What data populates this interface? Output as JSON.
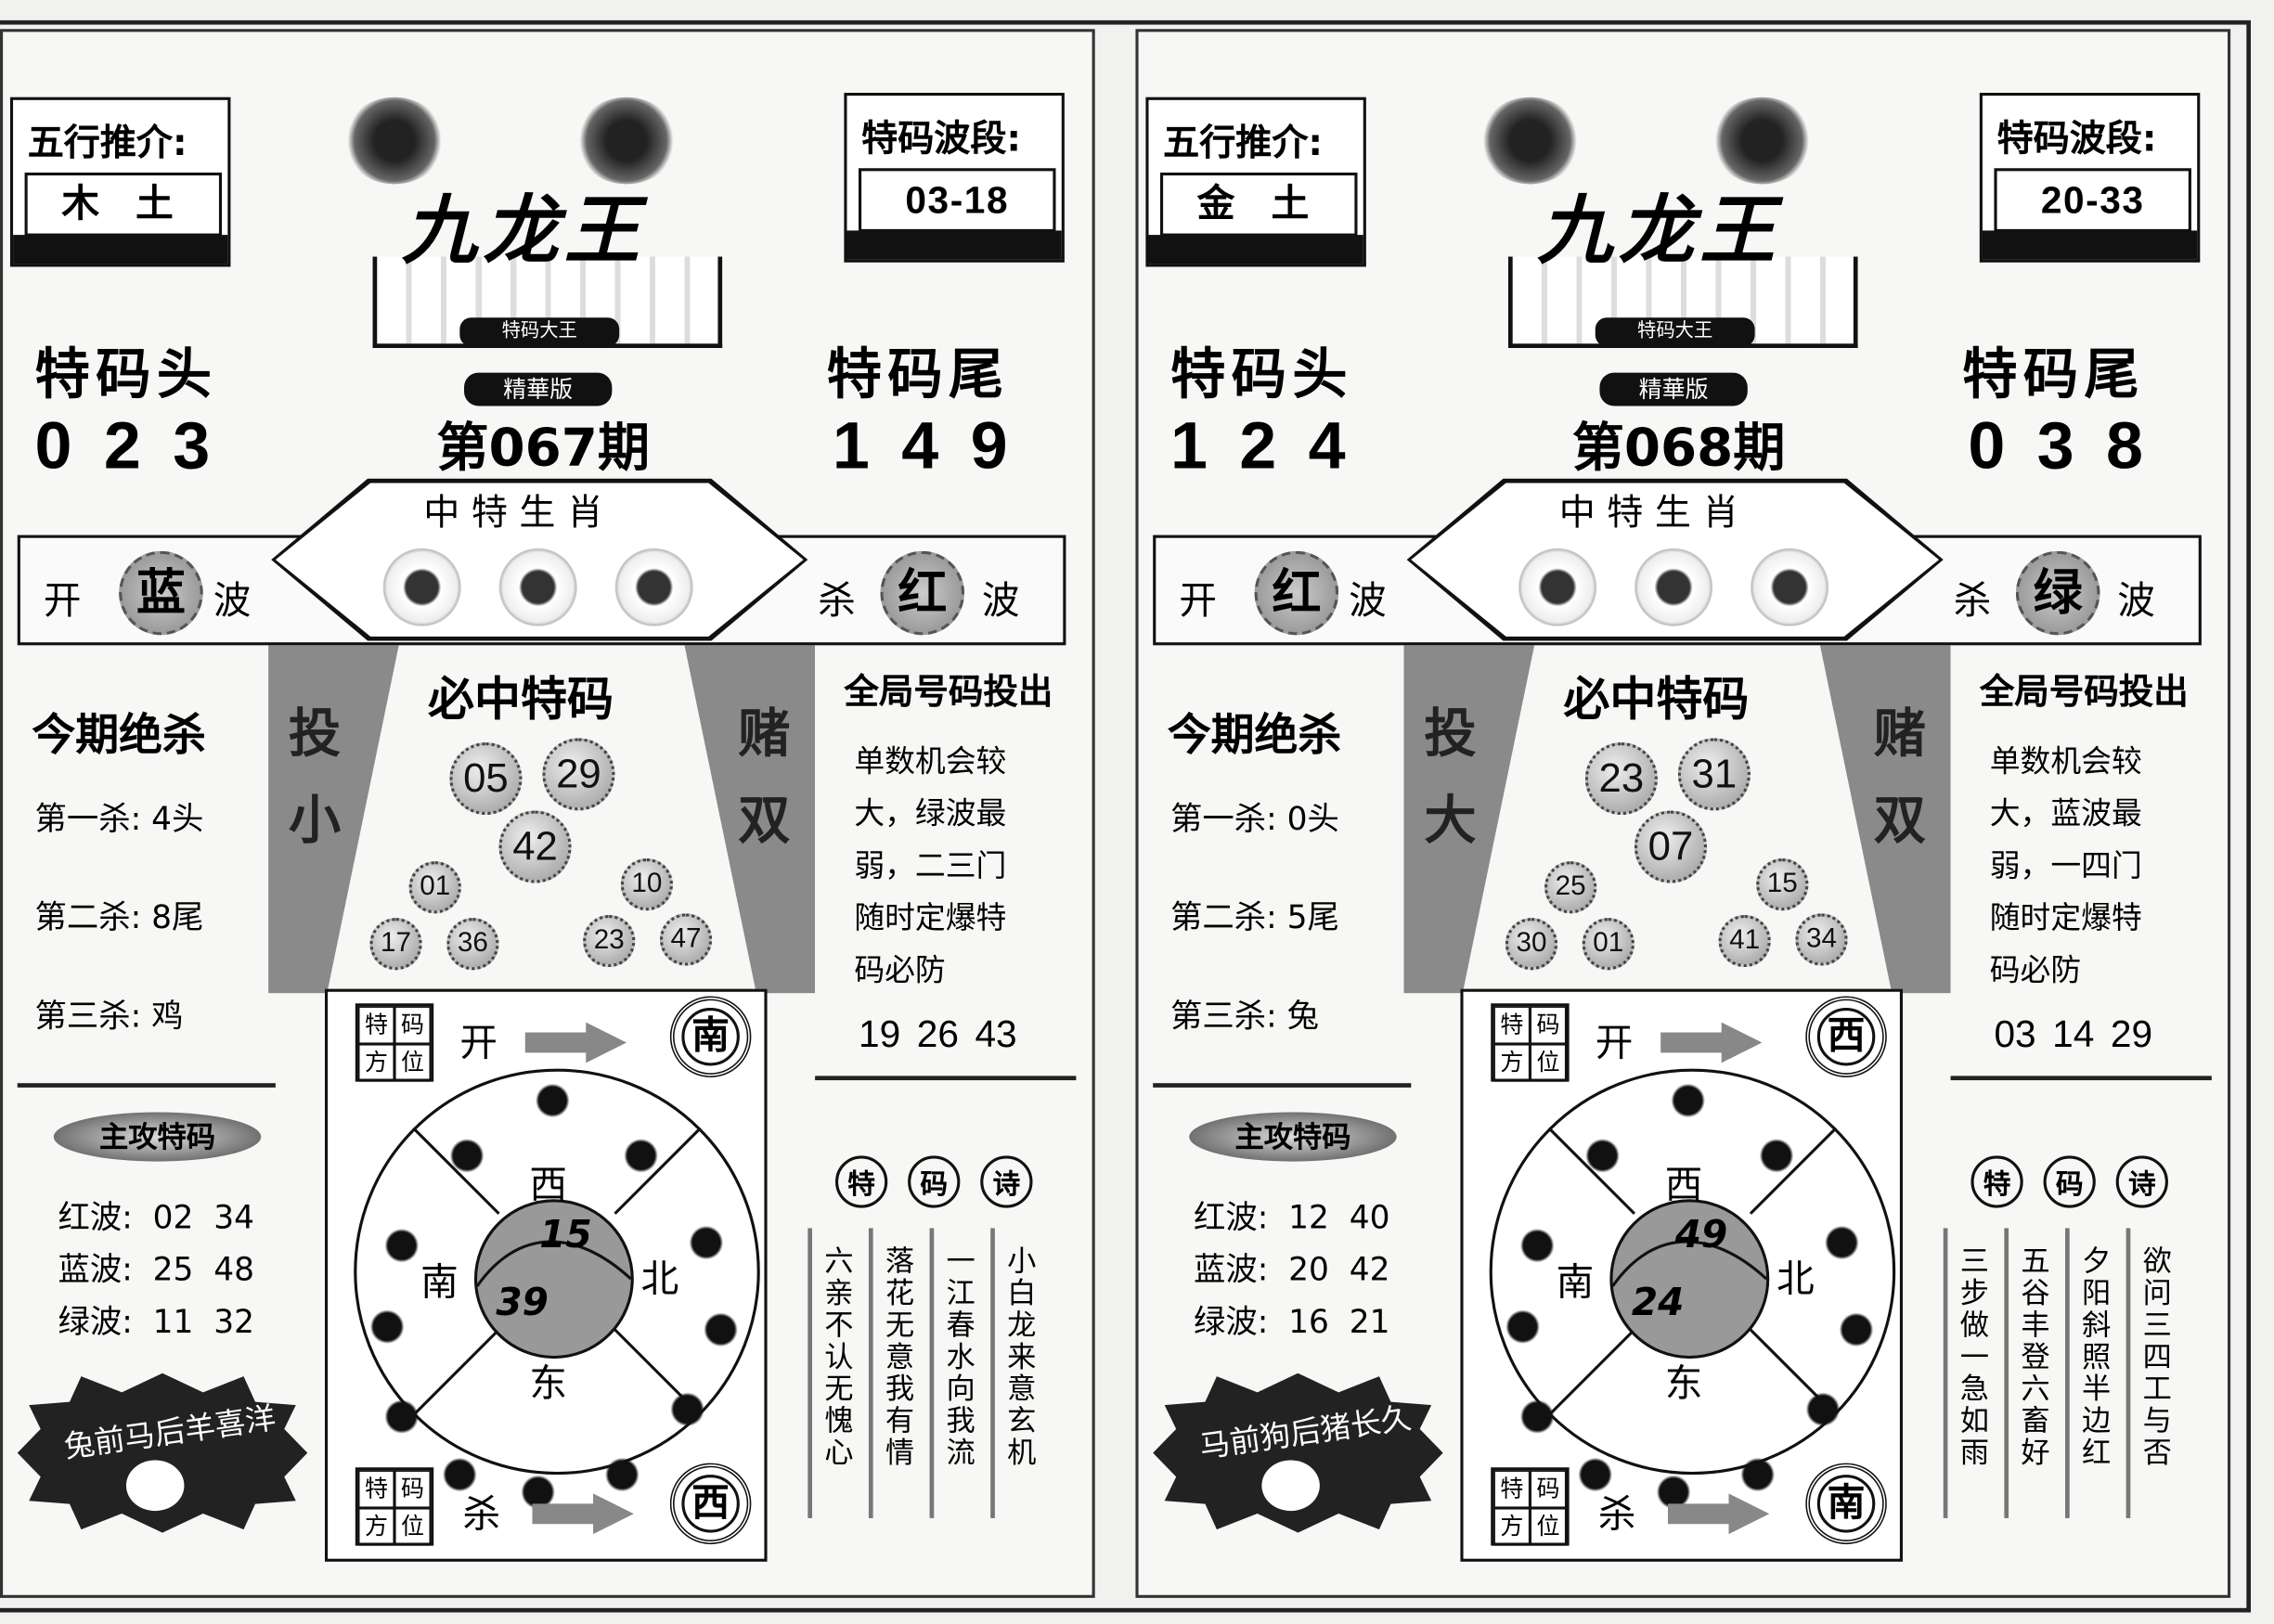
{
  "panels": [
    {
      "wuxing_label": "五行推介:",
      "wuxing_value": "木 土",
      "logo_title": "九龙王",
      "logo_sub": "特码大王",
      "edition_badge": "精華版",
      "period": "第067期",
      "boduan_label": "特码波段:",
      "boduan_value": "03-18",
      "head_label": "特码头",
      "head_value": "023",
      "tail_label": "特码尾",
      "tail_value": "149",
      "zodiac_banner": "中特生肖",
      "open_prefix": "开",
      "open_wave": "蓝",
      "open_suffix": "波",
      "kill_prefix": "杀",
      "kill_wave": "红",
      "kill_suffix": "波",
      "left_bar": [
        "投",
        "小"
      ],
      "right_bar": [
        "赌",
        "双"
      ],
      "must_title": "必中特码",
      "big_balls": [
        "05",
        "29",
        "42"
      ],
      "small_balls": [
        "01",
        "10",
        "17",
        "36",
        "23",
        "47"
      ],
      "kill_title": "今期绝杀",
      "kills": [
        "第一杀: 4头",
        "第二杀: 8尾",
        "第三杀: 鸡"
      ],
      "global_title": "全局号码投出",
      "global_lines": [
        "单数机会较",
        "大，绿波最",
        "弱，二三门",
        "随时定爆特",
        "码必防"
      ],
      "global_numbers": "19 26 43",
      "pos_grid": [
        "特",
        "码",
        "方",
        "位"
      ],
      "open_dir_label": "开",
      "open_dir": "南",
      "kill_dir_label": "杀",
      "kill_dir": "西",
      "wheel_dirs": {
        "top": "西",
        "left": "南",
        "right": "北",
        "bottom": "东"
      },
      "hub_numbers": [
        "15",
        "39"
      ],
      "attack_title": "主攻特码",
      "attack": [
        "红波:  02  34",
        "蓝波:  25  48",
        "绿波:  11  32"
      ],
      "star_text": "兔前马后羊喜洋",
      "poem_title": [
        "特",
        "码",
        "诗"
      ],
      "poem": [
        "小白龙来意玄机",
        "一江春水向我流",
        "落花无意我有情",
        "六亲不认无愧心"
      ]
    },
    {
      "wuxing_label": "五行推介:",
      "wuxing_value": "金 土",
      "logo_title": "九龙王",
      "logo_sub": "特码大王",
      "edition_badge": "精華版",
      "period": "第068期",
      "boduan_label": "特码波段:",
      "boduan_value": "20-33",
      "head_label": "特码头",
      "head_value": "124",
      "tail_label": "特码尾",
      "tail_value": "038",
      "zodiac_banner": "中特生肖",
      "open_prefix": "开",
      "open_wave": "红",
      "open_suffix": "波",
      "kill_prefix": "杀",
      "kill_wave": "绿",
      "kill_suffix": "波",
      "left_bar": [
        "投",
        "大"
      ],
      "right_bar": [
        "赌",
        "双"
      ],
      "must_title": "必中特码",
      "big_balls": [
        "23",
        "31",
        "07"
      ],
      "small_balls": [
        "25",
        "15",
        "30",
        "01",
        "41",
        "34"
      ],
      "kill_title": "今期绝杀",
      "kills": [
        "第一杀: 0头",
        "第二杀: 5尾",
        "第三杀: 兔"
      ],
      "global_title": "全局号码投出",
      "global_lines": [
        "单数机会较",
        "大，蓝波最",
        "弱，一四门",
        "随时定爆特",
        "码必防"
      ],
      "global_numbers": "03 14 29",
      "pos_grid": [
        "特",
        "码",
        "方",
        "位"
      ],
      "open_dir_label": "开",
      "open_dir": "西",
      "kill_dir_label": "杀",
      "kill_dir": "南",
      "wheel_dirs": {
        "top": "西",
        "left": "南",
        "right": "北",
        "bottom": "东"
      },
      "hub_numbers": [
        "49",
        "24"
      ],
      "attack_title": "主攻特码",
      "attack": [
        "红波:  12  40",
        "蓝波:  20  42",
        "绿波:  16  21"
      ],
      "star_text": "马前狗后猪长久",
      "poem_title": [
        "特",
        "码",
        "诗"
      ],
      "poem": [
        "欲问三四工与否",
        "夕阳斜照半边红",
        "五谷丰登六畜好",
        "三步做一急如雨"
      ]
    }
  ]
}
